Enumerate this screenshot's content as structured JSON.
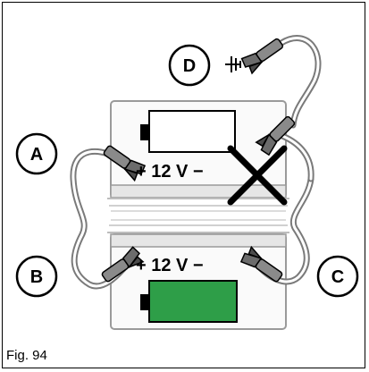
{
  "figure": {
    "caption": "Fig. 94",
    "labels": {
      "a": "A",
      "b": "B",
      "c": "C",
      "d": "D"
    },
    "batteries": {
      "top": {
        "voltage_text": "+ 12 V −",
        "charge_state": "empty",
        "crossed_out_terminal": "negative"
      },
      "bottom": {
        "voltage_text": "+ 12 V −",
        "charge_state": "full"
      }
    },
    "icons": [
      "ground-icon",
      "battery-empty-icon",
      "battery-full-icon",
      "cross-mark-icon",
      "jumper-clamp-icon"
    ],
    "colors": {
      "full_battery": "#2e9e48",
      "empty_battery": "#ffffff",
      "line": "#000000"
    }
  }
}
